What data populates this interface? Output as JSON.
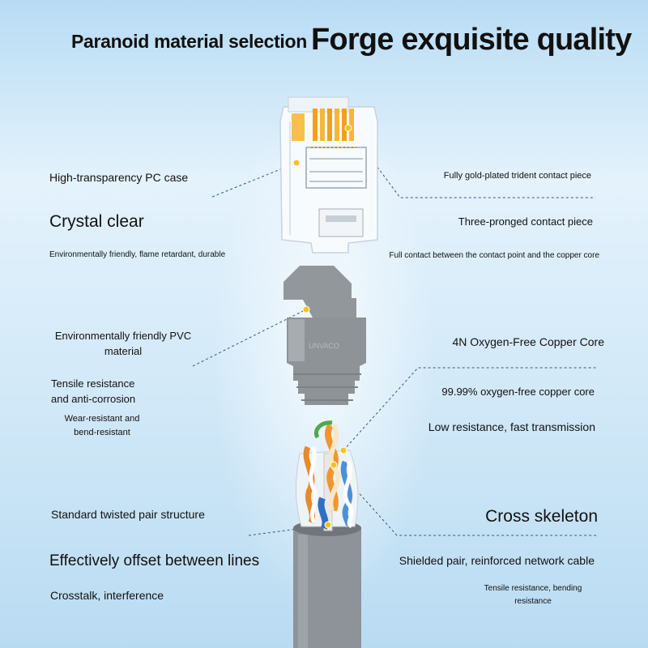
{
  "header": {
    "subtitle": "Paranoid material selection",
    "title": "Forge exquisite quality"
  },
  "left_labels": {
    "pc_case": "High-transparency PC case",
    "crystal_clear": "Crystal clear",
    "env_friendly": "Environmentally friendly, flame retardant, durable",
    "pvc_line1": "Environmentally friendly PVC",
    "pvc_line2": "material",
    "tensile_line1": "Tensile resistance",
    "tensile_line2": "and anti-corrosion",
    "wear_line1": "Wear-resistant and",
    "wear_line2": "bend-resistant",
    "twisted_pair": "Standard twisted pair structure",
    "offset": "Effectively offset between lines",
    "crosstalk": "Crosstalk, interference"
  },
  "right_labels": {
    "gold_plated": "Fully gold-plated trident contact piece",
    "three_pronged": "Three-pronged contact piece",
    "full_contact": "Full contact between the contact point and the copper core",
    "copper_core": "4N Oxygen-Free Copper Core",
    "purity": "99.99% oxygen-free copper core",
    "low_resistance": "Low resistance, fast transmission",
    "cross_skeleton": "Cross skeleton",
    "shielded": "Shielded pair, reinforced network cable",
    "tensile_bend_line1": "Tensile resistance, bending",
    "tensile_bend_line2": "resistance"
  },
  "boot_marking": "UNVACO",
  "colors": {
    "accent_dot": "#f6c21a",
    "leader_line": "#2e5a86",
    "cable_gray": "#8d9398",
    "contact_gold": "#f2a01c"
  }
}
